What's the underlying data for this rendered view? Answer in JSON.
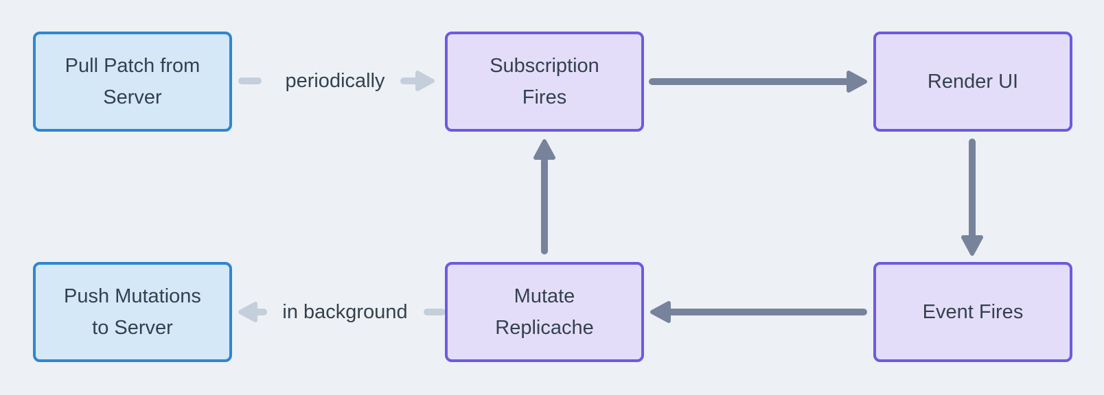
{
  "diagram": {
    "description": "Flowchart of Replicache client data flow loop",
    "colors": {
      "background": "#edf1f5",
      "blue_fill": "#d5e8f8",
      "blue_border": "#2e86d2",
      "purple_fill": "#e4ddfa",
      "purple_border": "#6c5ae0",
      "arrow_dark": "#76839b",
      "arrow_light": "#c5cfdb",
      "text": "#33414e"
    },
    "nodes": [
      {
        "id": "pull-patch-from-server",
        "lines": [
          "Pull Patch from",
          "Server"
        ],
        "style": "blue"
      },
      {
        "id": "subscription-fires",
        "lines": [
          "Subscription",
          "Fires"
        ],
        "style": "purple"
      },
      {
        "id": "render-ui",
        "lines": [
          "Render UI"
        ],
        "style": "purple"
      },
      {
        "id": "push-mutations-to-server",
        "lines": [
          "Push Mutations",
          "to Server"
        ],
        "style": "blue"
      },
      {
        "id": "mutate-replicache",
        "lines": [
          "Mutate",
          "Replicache"
        ],
        "style": "purple"
      },
      {
        "id": "event-fires",
        "lines": [
          "Event Fires"
        ],
        "style": "purple"
      }
    ],
    "edges": [
      {
        "from": "pull-patch-from-server",
        "to": "subscription-fires",
        "label": "periodically",
        "style": "light"
      },
      {
        "from": "subscription-fires",
        "to": "render-ui",
        "label": "",
        "style": "dark"
      },
      {
        "from": "render-ui",
        "to": "event-fires",
        "label": "",
        "style": "dark"
      },
      {
        "from": "event-fires",
        "to": "mutate-replicache",
        "label": "",
        "style": "dark"
      },
      {
        "from": "mutate-replicache",
        "to": "subscription-fires",
        "label": "",
        "style": "dark"
      },
      {
        "from": "mutate-replicache",
        "to": "push-mutations-to-server",
        "label": "in background",
        "style": "light"
      }
    ]
  }
}
